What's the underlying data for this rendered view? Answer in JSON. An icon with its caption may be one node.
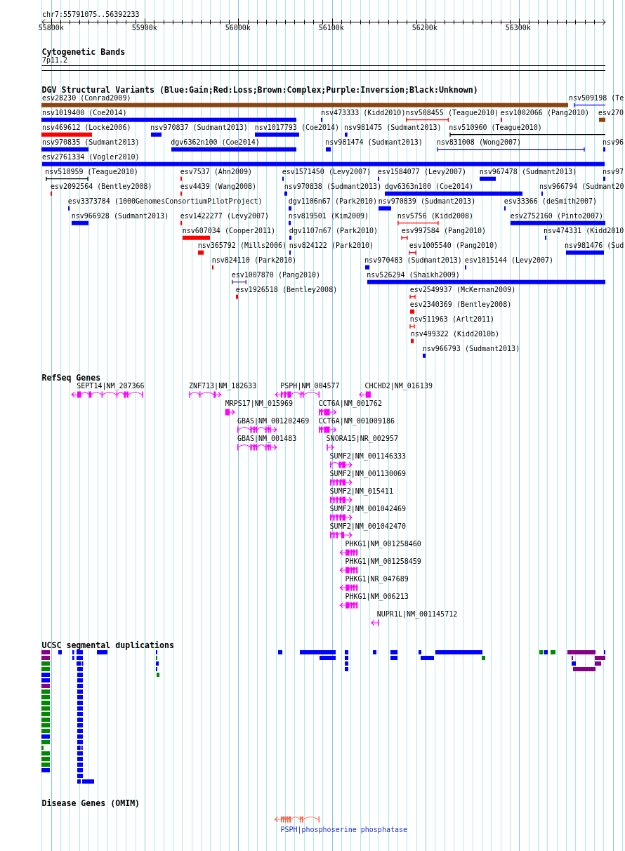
{
  "diagram": {
    "labels": [
      "chr7:55791075..56392233",
      "55800k",
      "55900k",
      "56000k",
      "56100k",
      "56200k",
      "56300k",
      "Cytogenetic Bands",
      "7p11.2",
      "DGV Structural Variants (Blue:Gain;Red:Loss;Brown:Complex;Purple:Inversion;Black:Unknown)",
      "esv28230 (Conrad2009)",
      "nsv509198 (Te",
      "nsv1019400 (Coe2014)",
      "nsv473333 (Kidd2010)",
      "nsv508455 (Teague2010)",
      "esv1002066 (Pang2010)",
      "esv270",
      "nsv469612 (Locke2006)",
      "nsv970837 (Sudmant2013)",
      "nsv1017793 (Coe2014)",
      "nsv981475 (Sudmant2013)",
      "nsv510960 (Teague2010)",
      "nsv970835 (Sudmant2013)",
      "dgv6362n100 (Coe2014)",
      "nsv981474 (Sudmant2013)",
      "nsv831008 (Wong2007)",
      "nsv96",
      "esv2761334 (Vogler2010)",
      "nsv510959 (Teague2010)",
      "esv7537 (Ahn2009)",
      "esv1571450 (Levy2007)",
      "esv1584077 (Levy2007)",
      "nsv967478 (Sudmant2013)",
      "nsv97",
      "esv2092564 (Bentley2008)",
      "esv4439 (Wang2008)",
      "nsv970838 (Sudmant2013)",
      "dgv6363n100 (Coe2014)",
      "nsv966794 (Sudmant20",
      "esv3373784 (1000GenomesConsortiumPilotProject)",
      "dgv1106n67 (Park2010)",
      "nsv970839 (Sudmant2013)",
      "esv33366 (deSmith2007)",
      "nsv966928 (Sudmant2013)",
      "esv1422277 (Levy2007)",
      "nsv819501 (Kim2009)",
      "nsv5756 (Kidd2008)",
      "esv2752160 (Pinto2007)",
      "nsv607034 (Cooper2011)",
      "dgv1107n67 (Park2010)",
      "esv997584 (Pang2010)",
      "nsv474331 (Kidd2010",
      "nsv365792 (Mills2006)",
      "nsv824122 (Park2010)",
      "esv1005540 (Pang2010)",
      "nsv981476 (Sud",
      "nsv824110 (Park2010)",
      "nsv970483 (Sudmant2013)",
      "esv1015144 (Levy2007)",
      "esv1007870 (Pang2010)",
      "nsv526294 (Shaikh2009)",
      "esv1926518 (Bentley2008)",
      "esv2549937 (McKernan2009)",
      "esv2340369 (Bentley2008)",
      "nsv511963 (Arlt2011)",
      "nsv499322 (Kidd2010b)",
      "nsv966793 (Sudmant2013)",
      "RefSeq Genes",
      "SEPT14|NM_207366",
      "ZNF713|NM_182633",
      "PSPH|NM_004577",
      "CHCHD2|NM_016139",
      "MRPS17|NM_015969",
      "CCT6A|NM_001762",
      "GBAS|NM_001202469",
      "CCT6A|NM_001009186",
      "GBAS|NM_001483",
      "SNORA15|NR_002957",
      "SUMF2|NM_001146333",
      "SUMF2|NM_001130069",
      "SUMF2|NM_015411",
      "SUMF2|NM_001042469",
      "SUMF2|NM_001042470",
      "PHKG1|NM_001258460",
      "PHKG1|NM_001258459",
      "PHKG1|NR_047689",
      "PHKG1|NM_006213",
      "NUPR1L|NM_001145712",
      "UCSC segmental duplications",
      "Disease Genes (OMIM)",
      "PSPH|phosphoserine phosphatase"
    ]
  }
}
